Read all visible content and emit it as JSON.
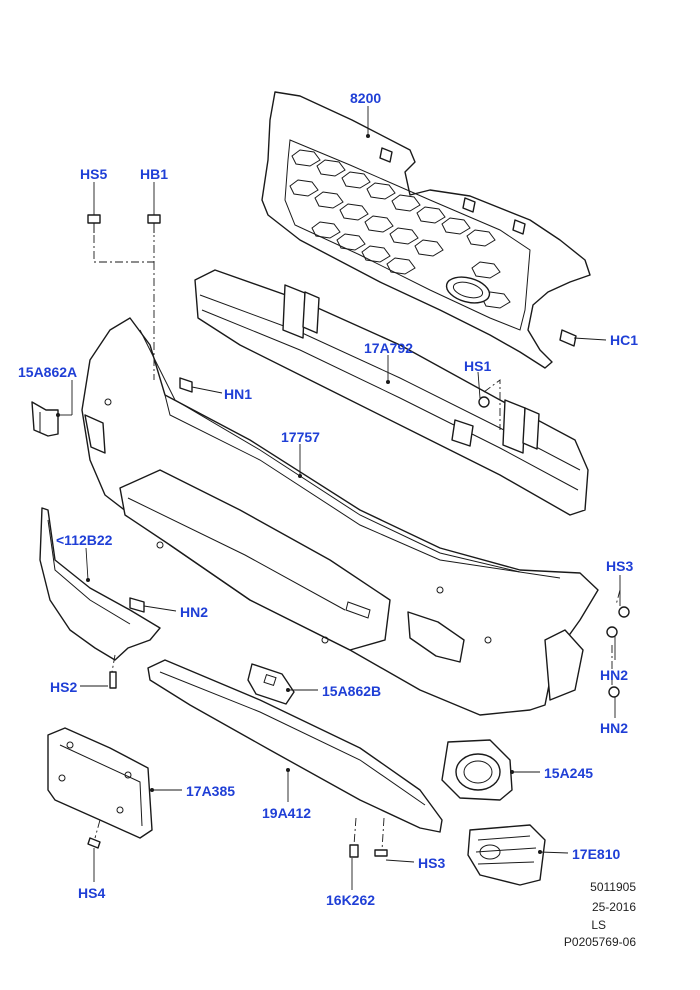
{
  "labels": {
    "grille": "8200",
    "clip_hs5": "HS5",
    "clip_hb1": "HB1",
    "bracket_left": "15A862A",
    "nut_hn1": "HN1",
    "reinforcement": "17A792",
    "screw_hs1": "HS1",
    "clip_hc1": "HC1",
    "bumper_cover": "17757",
    "molding_left": "<112B22",
    "nut_hn2_left": "HN2",
    "screw_hs2": "HS2",
    "bracket_center": "15A862B",
    "screw_hs3_right": "HS3",
    "nut_hn2_right_a": "HN2",
    "nut_hn2_right_b": "HN2",
    "fog_bezel": "15A245",
    "plate_bracket": "17A385",
    "spoiler": "19A412",
    "screw_hs3_bottom": "HS3",
    "clip_16k262": "16K262",
    "fog_grille": "17E810",
    "screw_hs4": "HS4"
  },
  "info": {
    "number": "5011905",
    "date": "25-2016",
    "code": "LS",
    "ref": "P0205769-06"
  }
}
